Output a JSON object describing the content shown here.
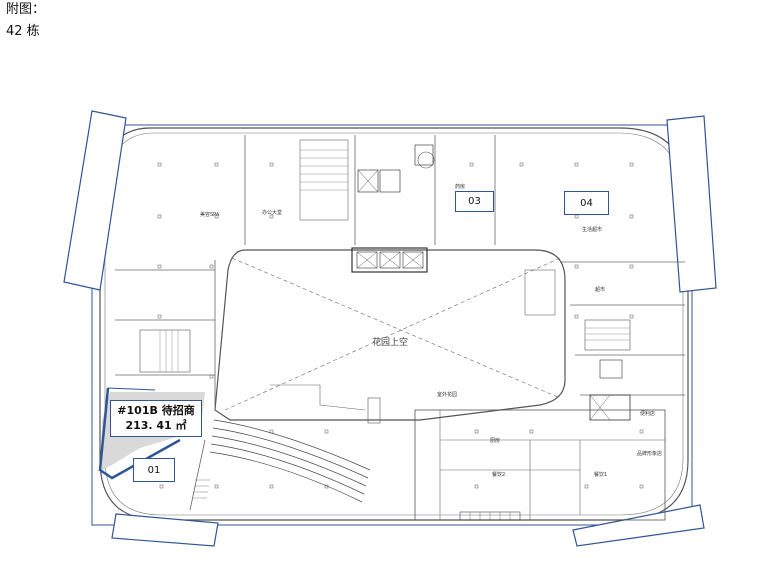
{
  "captions": {
    "line1": "附图：",
    "line2": "42 栋"
  },
  "units": [
    {
      "id": "01"
    },
    {
      "id": "03"
    },
    {
      "id": "04"
    }
  ],
  "highlight": {
    "line1": "#101B 待招商",
    "line2": "213. 41 ㎡"
  },
  "labels": {
    "garden_void": "花园上空",
    "beauty_spa": "美容SPA",
    "office_lobby": "办公大堂",
    "pharmacy": "药房",
    "life_market": "生活超市",
    "supermarket": "超市",
    "outdoor_garden": "室外花园",
    "kitchen": "厨房",
    "dining2": "餐饮2",
    "dining1": "餐饮1",
    "brand_store": "品牌形象店",
    "convenience": "便利店"
  },
  "colors": {
    "line": "#2f5597",
    "wall": "#555555",
    "fill": "#d9d9d9"
  }
}
